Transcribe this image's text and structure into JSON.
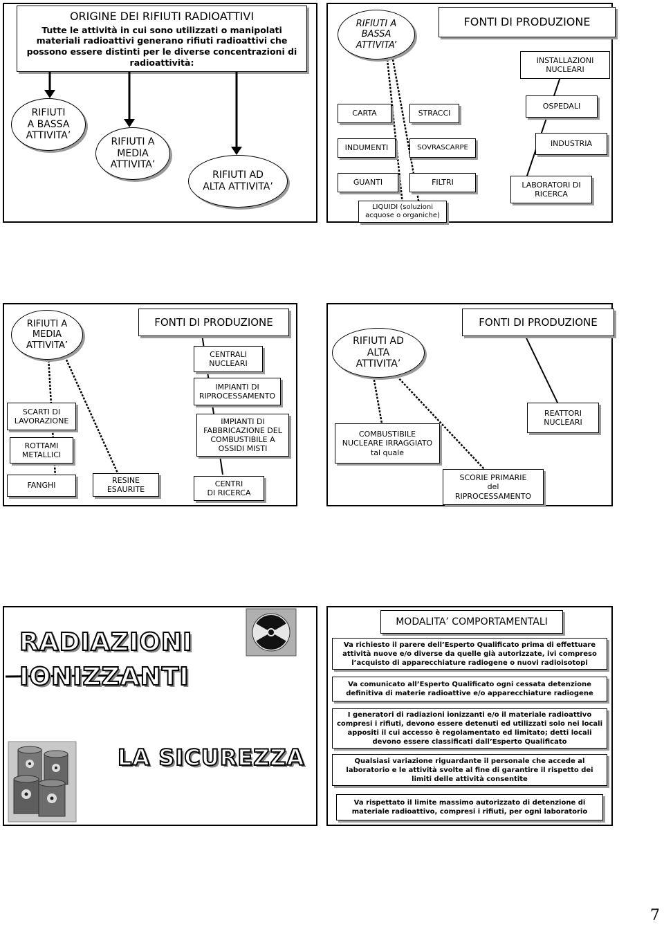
{
  "slide1": {
    "title": "ORIGINE DEI RIFIUTI RADIOATTIVI",
    "intro": "Tutte le attività in cui sono utilizzati o manipolati materiali radioattivi generano rifiuti radioattivi che possono essere distinti per le diverse concentrazioni di radioattività:",
    "low": "RIFIUTI\nA BASSA\nATTIVITA’",
    "medium": "RIFIUTI A\nMEDIA\nATTIVITA’",
    "high": "RIFIUTI AD\nALTA ATTIVITA’"
  },
  "slide2": {
    "category": "RIFIUTI A\nBASSA\nATTIVITA’",
    "sources_title": "FONTI DI PRODUZIONE",
    "items": [
      "CARTA",
      "STRACCI",
      "INDUMENTI",
      "SOVRASCARPE",
      "GUANTI",
      "FILTRI",
      "LIQUIDI (soluzioni\nacquose o organiche)"
    ],
    "sources": [
      "INSTALLAZIONI\nNUCLEARI",
      "OSPEDALI",
      "INDUSTRIA",
      "LABORATORI DI\nRICERCA"
    ]
  },
  "slide3": {
    "category": "RIFIUTI A\nMEDIA\nATTIVITA’",
    "sources_title": "FONTI DI PRODUZIONE",
    "items": [
      "SCARTI DI\nLAVORAZIONE",
      "ROTTAMI\nMETALLICI",
      "FANGHI",
      "RESINE\nESAURITE"
    ],
    "sources": [
      "CENTRALI\nNUCLEARI",
      "IMPIANTI DI\nRIPROCESSAMENTO",
      "IMPIANTI DI\nFABBRICAZIONE DEL\nCOMBUSTIBILE A\nOSSIDI MISTI",
      "CENTRI\nDI RICERCA"
    ]
  },
  "slide4": {
    "category": "RIFIUTI AD\nALTA\nATTIVITA’",
    "sources_title": "FONTI DI PRODUZIONE",
    "items": [
      "COMBUSTIBILE\nNUCLEARE IRRAGGIATO\ntal quale",
      "SCORIE PRIMARIE\ndel\nRIPROCESSAMENTO"
    ],
    "sources": [
      "REATTORI\nNUCLEARI"
    ]
  },
  "slide5": {
    "wordart_line1": "RADIAZIONI",
    "wordart_line2": "IONIZZANTI",
    "wordart_line3": "LA SICUREZZA"
  },
  "slide6": {
    "title": "MODALITA’ COMPORTAMENTALI",
    "rules": [
      "Va richiesto il parere dell’Esperto Qualificato prima di effettuare attività nuove e/o diverse da quelle già autorizzate, ivi compreso l’acquisto di apparecchiature radiogene o nuovi radioisotopi",
      "Va comunicato all’Esperto Qualificato ogni cessata detenzione definitiva di materie radioattive e/o apparecchiature radiogene",
      "I generatori di radiazioni ionizzanti e/o il materiale radioattivo compresi i rifiuti, devono essere detenuti ed utilizzati solo nei locali appositi il cui accesso è regolamentato ed limitato; detti locali devono essere classificati dall’Esperto Qualificato",
      "Qualsiasi variazione riguardante il personale che accede al laboratorio e le attività svolte al fine di garantire il rispetto dei limiti delle attività consentite",
      "Va rispettato il limite massimo autorizzato di detenzione di materiale radioattivo, compresi i rifiuti, per ogni laboratorio"
    ]
  },
  "page_number": "7"
}
